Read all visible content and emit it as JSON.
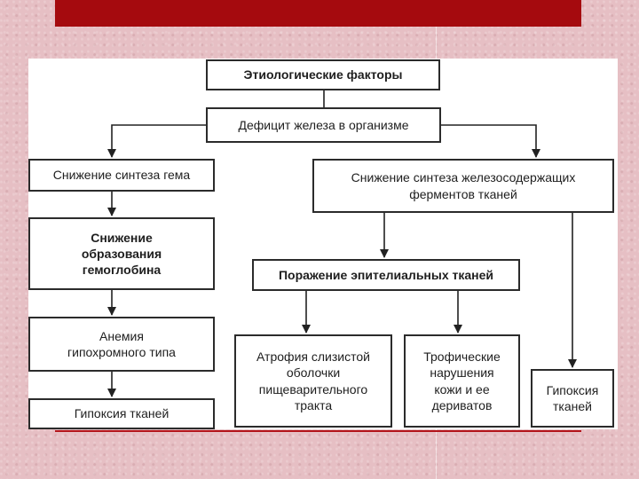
{
  "diagram": {
    "nodes": [
      {
        "id": "etiology",
        "label": "Этиологические факторы",
        "bold": true
      },
      {
        "id": "iron-deficit",
        "label": "Дефицит железа в организме",
        "bold": false
      },
      {
        "id": "heme-synthesis",
        "label": "Снижение синтеза гема",
        "bold": false
      },
      {
        "id": "enzyme-synthesis",
        "label": "Снижение синтеза железосодержащих\nферментов тканей",
        "bold": false
      },
      {
        "id": "hemoglobin",
        "label": "Снижение\nобразования\nгемоглобина",
        "bold": true
      },
      {
        "id": "epithelial",
        "label": "Поражение эпителиальных тканей",
        "bold": true
      },
      {
        "id": "anemia",
        "label": "Анемия\nгипохромного типа",
        "bold": false
      },
      {
        "id": "atrophy",
        "label": "Атрофия слизистой\nоболочки\nпищеварительного\nтракта",
        "bold": false
      },
      {
        "id": "trophic",
        "label": "Трофические\nнарушения\nкожи и ее\nдериватов",
        "bold": false
      },
      {
        "id": "hypoxia-left",
        "label": "Гипоксия тканей",
        "bold": false
      },
      {
        "id": "hypoxia-right",
        "label": "Гипоксия\nтканей",
        "bold": false
      }
    ],
    "edges": [
      {
        "from": "etiology",
        "to": "iron-deficit"
      },
      {
        "from": "iron-deficit",
        "to": "heme-synthesis"
      },
      {
        "from": "iron-deficit",
        "to": "enzyme-synthesis"
      },
      {
        "from": "heme-synthesis",
        "to": "hemoglobin"
      },
      {
        "from": "hemoglobin",
        "to": "anemia"
      },
      {
        "from": "anemia",
        "to": "hypoxia-left"
      },
      {
        "from": "enzyme-synthesis",
        "to": "epithelial"
      },
      {
        "from": "enzyme-synthesis",
        "to": "hypoxia-right"
      },
      {
        "from": "epithelial",
        "to": "atrophy"
      },
      {
        "from": "epithelial",
        "to": "trophic"
      }
    ]
  }
}
